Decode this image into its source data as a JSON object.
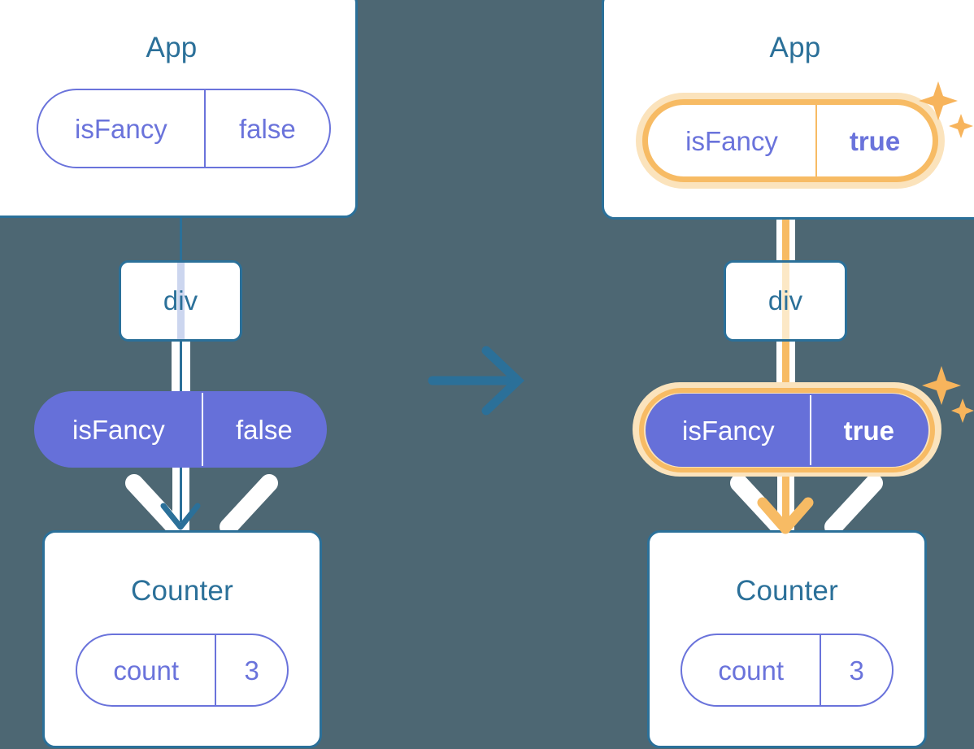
{
  "diagram": {
    "title": "React state update propagation diagram",
    "background_color": "#4d6773",
    "transition_icon": "right-arrow-icon",
    "colors": {
      "slate_background": "#4d6773",
      "card_border_blue": "#2b7099",
      "title_blue": "#2b7099",
      "periwinkle": "#6670d9",
      "periwinkle_outline": "#6a73db",
      "highlight_amber": "#f7bb64",
      "highlight_halo": "#fbe3bc",
      "white": "#ffffff"
    }
  },
  "panels": [
    {
      "id": "before",
      "app": {
        "title": "App",
        "state_pill": {
          "name": "isFancy",
          "value": "false",
          "style": "outline",
          "highlighted": false
        }
      },
      "dom_node": {
        "label": "div"
      },
      "prop_pill": {
        "name": "isFancy",
        "value": "false",
        "style": "filled",
        "highlighted": false
      },
      "counter": {
        "title": "Counter",
        "state_pill": {
          "name": "count",
          "value": "3",
          "style": "outline",
          "highlighted": false
        }
      },
      "arrow_color": "#2b7099"
    },
    {
      "id": "after",
      "app": {
        "title": "App",
        "state_pill": {
          "name": "isFancy",
          "value": "true",
          "style": "outline",
          "highlighted": true
        }
      },
      "dom_node": {
        "label": "div"
      },
      "prop_pill": {
        "name": "isFancy",
        "value": "true",
        "style": "filled",
        "highlighted": true
      },
      "counter": {
        "title": "Counter",
        "state_pill": {
          "name": "count",
          "value": "3",
          "style": "outline",
          "highlighted": false
        }
      },
      "arrow_color": "#f7bb64",
      "sparkles": [
        {
          "name": "sparkle-icon-app",
          "size": "large"
        },
        {
          "name": "sparkle-icon-prop",
          "size": "large"
        }
      ]
    }
  ]
}
